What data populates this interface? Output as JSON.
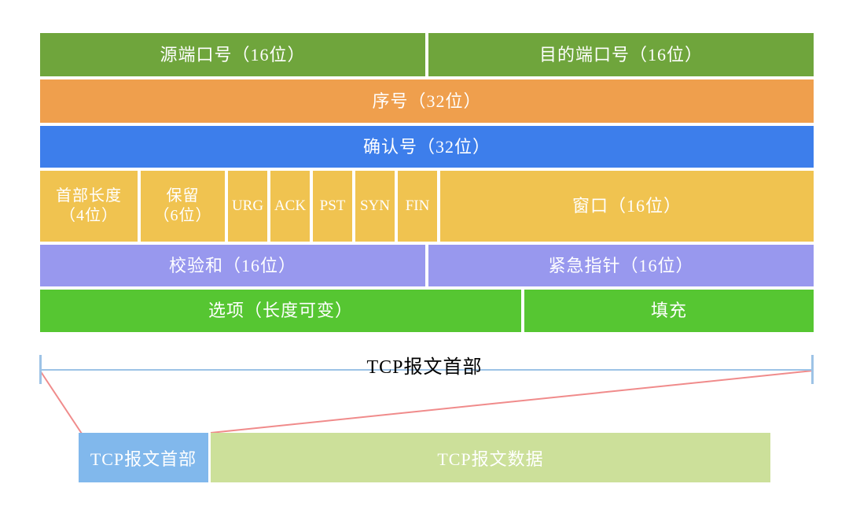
{
  "diagram": {
    "rows": {
      "row1": {
        "source_port": "源端口号（16位）",
        "dest_port": "目的端口号（16位）"
      },
      "row2": {
        "sequence": "序号（32位）"
      },
      "row3": {
        "acknowledgment": "确认号（32位）"
      },
      "row4": {
        "header_length_line1": "首部长度",
        "header_length_line2": "（4位）",
        "reserved_line1": "保留",
        "reserved_line2": "（6位）",
        "flags": [
          "URG",
          "ACK",
          "PST",
          "SYN",
          "FIN"
        ],
        "window": "窗口（16位）"
      },
      "row5": {
        "checksum": "校验和（16位）",
        "urgent_pointer": "紧急指针（16位）"
      },
      "row6": {
        "options": "选项（长度可变）",
        "padding": "填充"
      }
    },
    "bracket": {
      "label": "TCP报文首部"
    },
    "segment_bar": {
      "header": "TCP报文首部",
      "data": "TCP报文数据"
    },
    "colors": {
      "port_row_green": "#6FA53C",
      "sequence_orange": "#EF9F4D",
      "ack_blue": "#3D7EEB",
      "flags_yellow": "#F0C350",
      "checksum_purple": "#9898EE",
      "options_green": "#56C632",
      "bracket_line_blue": "#9DC3E6",
      "connector_red": "#F08B8B",
      "segment_header_blue": "#81B8EC",
      "segment_data_green": "#CCE09A",
      "cell_text": "#FFFFFF",
      "bracket_label_text": "#000000"
    }
  }
}
